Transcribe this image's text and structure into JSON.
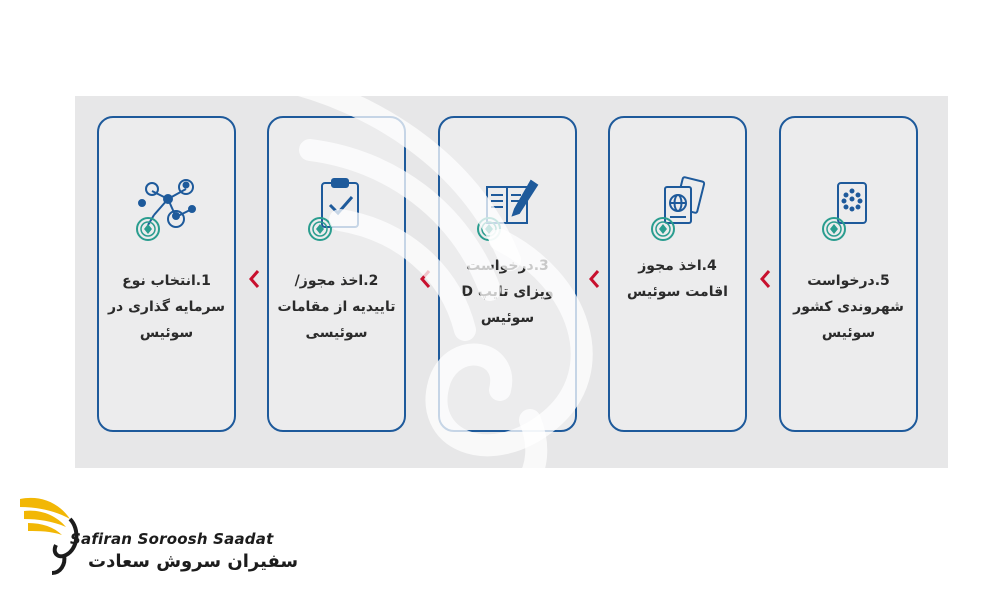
{
  "steps": [
    {
      "label": "1.انتخاب نوع سرمایه گذاری در سوئیس",
      "icon": "network-people-icon"
    },
    {
      "label": "2.اخذ مجوز/ تاییدیه از مقامات سوئیسی",
      "icon": "clipboard-check-icon"
    },
    {
      "label": "3.درخواست ویزای تایپ D سوئیس",
      "icon": "document-pen-icon"
    },
    {
      "label": "4.اخذ مجوز اقامت سوئیس",
      "icon": "passport-globe-icon"
    },
    {
      "label": "5.درخواست شهروندی کشور سوئیس",
      "icon": "passport-eu-icon"
    }
  ],
  "brand": {
    "name_en": "Safiran Soroosh Saadat",
    "name_fa": "سفیران سروش سعادت"
  },
  "colors": {
    "card_border": "#1e5a9b",
    "arrow": "#c8102e",
    "icon_blue": "#1e5a9b",
    "icon_teal": "#2a9d8f",
    "logo_gold": "#f2b705"
  }
}
